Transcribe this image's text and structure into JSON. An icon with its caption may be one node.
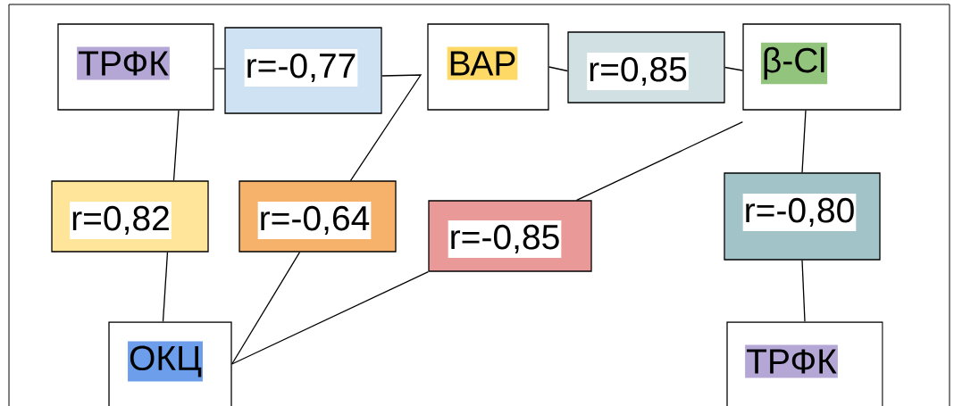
{
  "diagram": {
    "nodes": [
      {
        "text": [
          "ТРФК"
        ]
      },
      {
        "text": [
          "r=-0,77"
        ]
      },
      {
        "text": [
          "ВАР"
        ]
      },
      {
        "text": [
          "r=0,85"
        ]
      },
      {
        "text": [
          "β-Cl"
        ]
      },
      {
        "text": [
          "r=0,82"
        ]
      },
      {
        "text": [
          "r=-0,64"
        ]
      },
      {
        "text": [
          "r=-0,85"
        ]
      },
      {
        "text": [
          "r=-0,80"
        ]
      },
      {
        "text": [
          "ОКЦ"
        ]
      },
      {
        "text": [
          "ТРФК"
        ]
      }
    ],
    "edges": [
      {
        "from": 0,
        "to": 1,
        "arrow": "none"
      },
      {
        "from": 1,
        "to": 6,
        "arrow": "none"
      },
      {
        "from": 2,
        "to": 3,
        "arrow": "none"
      },
      {
        "from": 3,
        "to": 4,
        "arrow": "none"
      },
      {
        "from": 0,
        "to": 5,
        "arrow": "none"
      },
      {
        "from": 5,
        "to": 9,
        "arrow": "none"
      },
      {
        "from": 6,
        "to": 9,
        "arrow": "none"
      },
      {
        "from": 7,
        "to": 9,
        "arrow": "none"
      },
      {
        "from": 4,
        "to": 7,
        "arrow": "none"
      },
      {
        "from": 4,
        "to": 8,
        "arrow": "none"
      },
      {
        "from": 8,
        "to": 10,
        "arrow": "none"
      }
    ]
  }
}
